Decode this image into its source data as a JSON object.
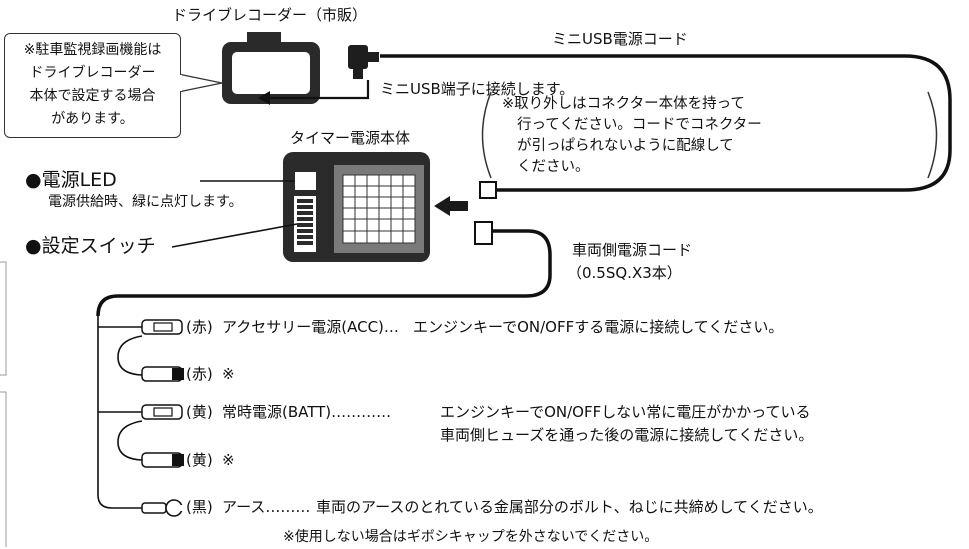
{
  "titles": {
    "dashcam": "ドライブレコーダー（市販）",
    "mini_usb_cord": "ミニUSB電源コード",
    "connect_mini_usb": "ミニUSB端子に接続します。",
    "timer_unit": "タイマー電源本体",
    "vehicle_cord": "車両側電源コード",
    "vehicle_cord_spec": "（0.5SQ.X3本）"
  },
  "callout": {
    "lines": [
      "※駐車監視録画機能は",
      "ドライブレコーダー",
      "本体で設定する場合",
      "があります。"
    ]
  },
  "note": {
    "lines": [
      "※取り外しはコネクター本体を持って",
      "行ってください。コードでコネクター",
      "が引っぱられないように配線して",
      "ください。"
    ]
  },
  "led": {
    "label": "●電源LED",
    "desc": "電源供給時、緑に点灯します。"
  },
  "switch": {
    "label": "●設定スイッチ"
  },
  "wires": [
    {
      "color": "(赤)",
      "name": "アクセサリー電源(ACC)…",
      "desc": [
        "エンジンキーでON/OFFする電源に接続してください。"
      ]
    },
    {
      "color": "(赤)",
      "name": "※",
      "desc": []
    },
    {
      "color": "(黄)",
      "name": "常時電源(BATT)…………",
      "desc": [
        "エンジンキーでON/OFFしない常に電圧がかかっている",
        "車両側ヒューズを通った後の電源に接続してください。"
      ]
    },
    {
      "color": "(黄)",
      "name": "※",
      "desc": []
    },
    {
      "color": "(黒)",
      "name": "アース………",
      "desc": [
        "車両のアースのとれている金属部分のボルト、ねじに共締めしてください。"
      ]
    }
  ],
  "footnote": "※使用しない場合はギボシキャップを外さないでください。"
}
